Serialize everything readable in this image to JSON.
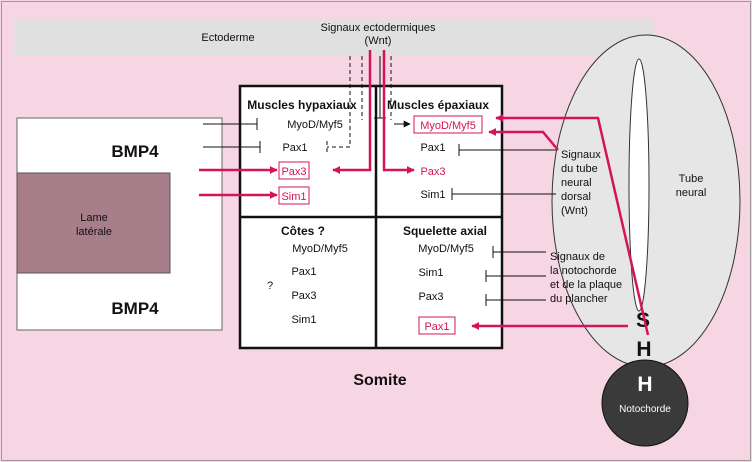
{
  "colors": {
    "background": "#f7d6e4",
    "accent": "#d4145a",
    "lateral_plate": "#a97e8b",
    "ectoderm_band": "#e0e0e0",
    "neural_tube": "#e6e6e6",
    "notochord": "#3a3a3a"
  },
  "ectoderm": {
    "label": "Ectoderme",
    "signals_line1": "Signaux ectodermiques",
    "signals_line2": "(Wnt)"
  },
  "left_panel": {
    "bmp_top": "BMP4",
    "bmp_bottom": "BMP4",
    "lateral_line1": "Lame",
    "lateral_line2": "latérale"
  },
  "somite": {
    "label": "Somite",
    "hypaxial": {
      "title": "Muscles hypaxiaux",
      "genes": [
        "MyoD/Myf5",
        "Pax1",
        "Pax3",
        "Sim1"
      ]
    },
    "epaxial": {
      "title": "Muscles épaxiaux",
      "genes": [
        "MyoD/Myf5",
        "Pax1",
        "Pax3",
        "Sim1"
      ]
    },
    "ribs": {
      "title": "Côtes ?",
      "genes": [
        "MyoD/Myf5",
        "Pax1",
        "Pax3",
        "Sim1"
      ],
      "question": "?"
    },
    "axial": {
      "title": "Squelette axial",
      "genes": [
        "MyoD/Myf5",
        "Sim1",
        "Pax3",
        "Pax1"
      ]
    }
  },
  "neural_signals": {
    "lines": [
      "Signaux",
      "du tube",
      "neural",
      "dorsal",
      "(Wnt)"
    ]
  },
  "notochord_signals": {
    "lines": [
      "Signaux de",
      "la notochorde",
      "et de la plaque",
      "du plancher"
    ]
  },
  "neural_tube": {
    "line1": "Tube",
    "line2": "neural",
    "shh_s": "S",
    "shh_h1": "H",
    "shh_h2": "H"
  },
  "notochord": {
    "label": "Notochorde"
  }
}
